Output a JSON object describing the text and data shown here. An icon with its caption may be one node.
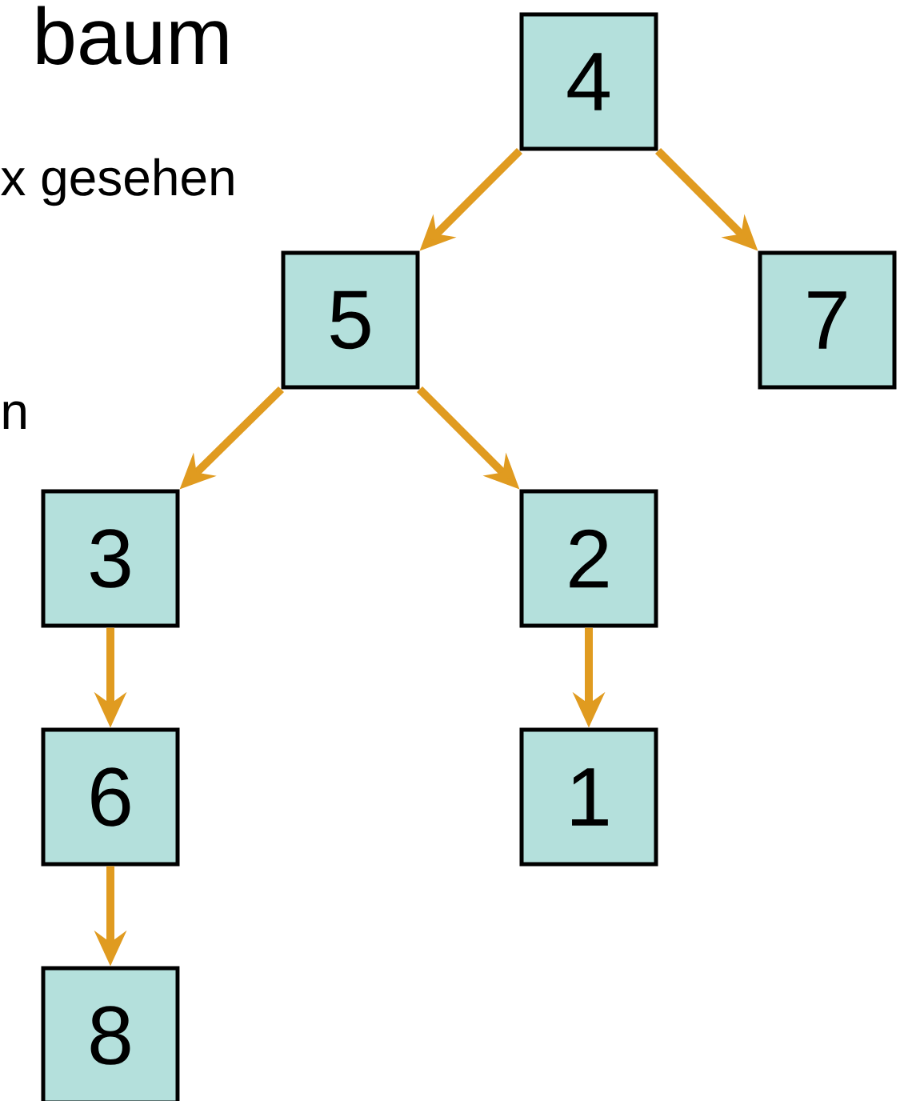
{
  "diagram": {
    "title": "baum",
    "nodes": [
      {
        "text": [
          "4"
        ]
      },
      {
        "text": [
          "5"
        ]
      },
      {
        "text": [
          "7"
        ]
      },
      {
        "text": [
          "3"
        ]
      },
      {
        "text": [
          "2"
        ]
      },
      {
        "text": [
          "6"
        ]
      },
      {
        "text": [
          "1"
        ]
      },
      {
        "text": [
          "8"
        ]
      }
    ],
    "edges": [
      {
        "from": 0,
        "to": 1,
        "arrow": "to"
      },
      {
        "from": 0,
        "to": 2,
        "arrow": "to"
      },
      {
        "from": 1,
        "to": 3,
        "arrow": "to"
      },
      {
        "from": 1,
        "to": 4,
        "arrow": "to"
      },
      {
        "from": 3,
        "to": 5,
        "arrow": "to"
      },
      {
        "from": 4,
        "to": 6,
        "arrow": "to"
      },
      {
        "from": 5,
        "to": 7,
        "arrow": "to"
      }
    ],
    "labels": [
      "x gesehen",
      "n"
    ]
  }
}
